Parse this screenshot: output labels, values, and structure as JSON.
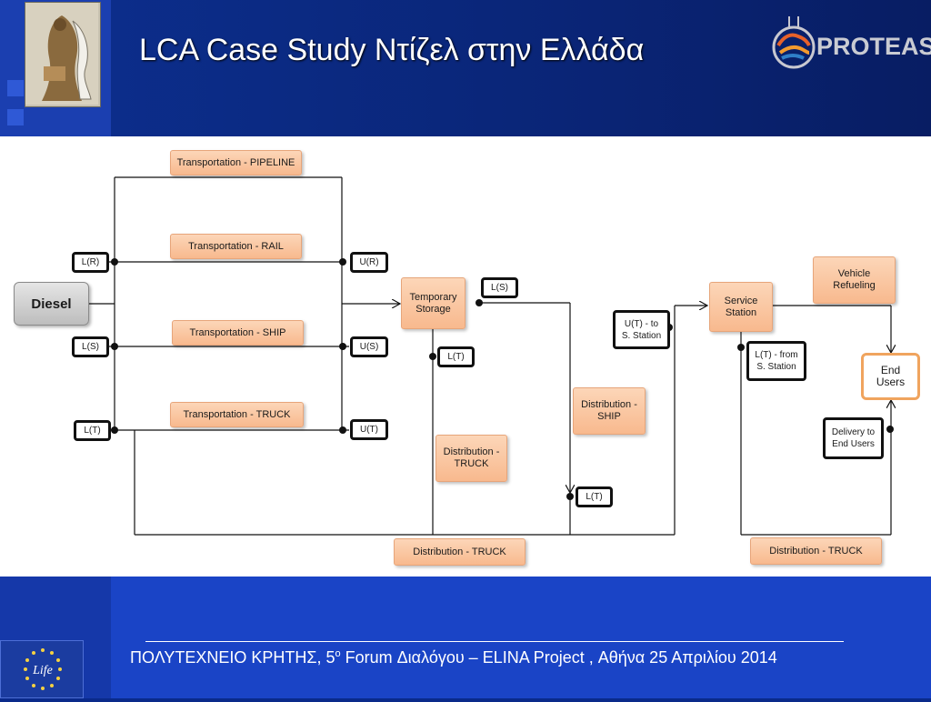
{
  "header": {
    "title": "LCA Case Study Ντίζελ στην Ελλάδα",
    "logo_text": "PROTEAS"
  },
  "diagram": {
    "diesel": "Diesel",
    "transport_pipeline": "Transportation - PIPELINE",
    "transport_rail": "Transportation - RAIL",
    "transport_ship": "Transportation - SHIP",
    "transport_truck": "Transportation - TRUCK",
    "l_r": "L(R)",
    "u_r": "U(R)",
    "l_s_left": "L(S)",
    "u_s": "U(S)",
    "l_t_left": "L(T)",
    "u_t": "U(T)",
    "temporary_storage": "Temporary\nStorage",
    "l_s_storage": "L(S)",
    "l_t_storage": "L(T)",
    "distribution_truck_mid": "Distribution -\nTRUCK",
    "distribution_ship": "Distribution -\nSHIP",
    "l_t_ship": "L(T)",
    "u_t_station": "U(T) - to\nS. Station",
    "service_station": "Service\nStation",
    "l_t_from_station": "L(T) - from\nS. Station",
    "vehicle_refueling": "Vehicle\nRefueling",
    "end_users": "End\nUsers",
    "delivery_end_users": "Delivery to\nEnd Users",
    "distribution_truck_bottom": "Distribution - TRUCK",
    "distribution_truck_right": "Distribution - TRUCK"
  },
  "footer": {
    "line": "________________________________________________________________________________",
    "institution": "ΠΟΛΥΤΕΧΝΕΙΟ ΚΡΗΤΗΣ, 5",
    "superscript": "ο",
    "rest": "  Forum Διαλόγου – ELINA Project , Αθήνα 25 Απριλίου 2014",
    "eu_label": "Life"
  }
}
